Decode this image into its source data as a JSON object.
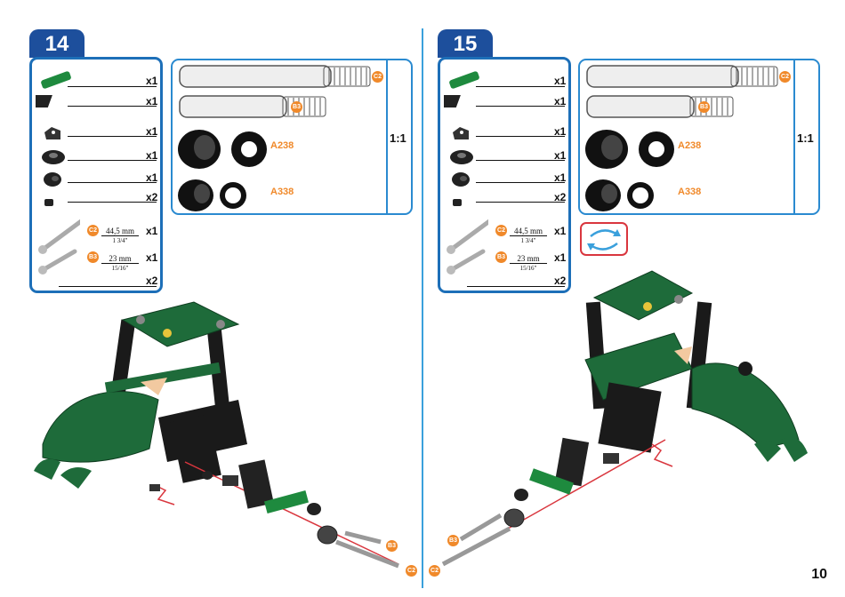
{
  "page_number": "10",
  "steps": [
    {
      "number": "14",
      "parts": [
        {
          "qty": "x1",
          "icon": "green-beam-icon"
        },
        {
          "qty": "x1",
          "icon": "square-plate-icon"
        },
        {
          "qty": "x1",
          "icon": "bracket-icon"
        },
        {
          "qty": "x1",
          "icon": "wheel-icon"
        },
        {
          "qty": "x1",
          "icon": "tire-icon"
        },
        {
          "qty": "x2",
          "icon": "nut-icon"
        },
        {
          "qty": "x1",
          "icon": "long-bolt-icon",
          "code": "C2",
          "measure": "44,5 mm",
          "inch": "1 3/4\""
        },
        {
          "qty": "x1",
          "icon": "short-bolt-icon",
          "code": "B3",
          "measure": "23 mm",
          "inch": "15/16\""
        },
        {
          "qty": "x2",
          "icon": "washer-icon"
        }
      ],
      "scale": {
        "ratio": "1:1",
        "bolt_long": "C2",
        "bolt_short": "B3",
        "wheel_big": "A238",
        "wheel_small": "A338"
      },
      "callouts": [
        "B3",
        "C2"
      ]
    },
    {
      "number": "15",
      "parts": [
        {
          "qty": "x1",
          "icon": "green-beam-icon"
        },
        {
          "qty": "x1",
          "icon": "square-plate-icon"
        },
        {
          "qty": "x1",
          "icon": "bracket-icon"
        },
        {
          "qty": "x1",
          "icon": "wheel-icon"
        },
        {
          "qty": "x1",
          "icon": "tire-icon"
        },
        {
          "qty": "x2",
          "icon": "nut-icon"
        },
        {
          "qty": "x1",
          "icon": "long-bolt-icon",
          "code": "C2",
          "measure": "44,5 mm",
          "inch": "1 3/4\""
        },
        {
          "qty": "x1",
          "icon": "short-bolt-icon",
          "code": "B3",
          "measure": "23 mm",
          "inch": "15/16\""
        },
        {
          "qty": "x2",
          "icon": "washer-icon"
        }
      ],
      "scale": {
        "ratio": "1:1",
        "bolt_long": "C2",
        "bolt_short": "B3",
        "wheel_big": "A238",
        "wheel_small": "A338"
      },
      "callouts": [
        "B3",
        "C2"
      ]
    }
  ],
  "colors": {
    "step_badge": "#1d4f9c",
    "box_border": "#1d6fb8",
    "accent_orange": "#f0892a",
    "model_green": "#1e6b3a",
    "rotate_red": "#d9363e",
    "rotate_blue": "#3aa0dc"
  }
}
